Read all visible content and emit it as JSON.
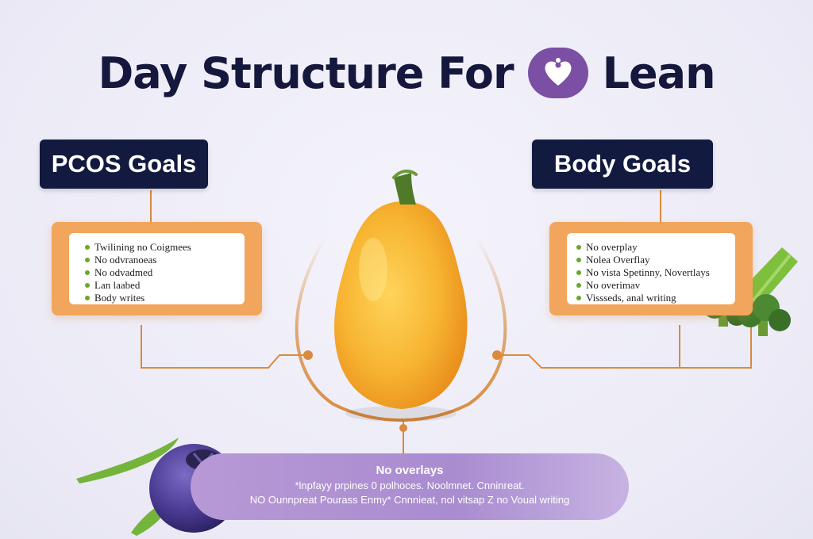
{
  "title": {
    "text_before": "Day Structure For",
    "text_after": "Lean",
    "badge_color": "#7b4fa3",
    "badge_icon": "heart-icon"
  },
  "left_panel": {
    "label": "PCOS Goals",
    "items": [
      "Twilining no Coigmees",
      "No odvranoeas",
      "No odvadmed",
      "Lan laabed",
      "Body writes"
    ]
  },
  "right_panel": {
    "label": "Body Goals",
    "items": [
      "No overplay",
      "Nolea Overflay",
      "No vista Spetinny, Novertlays",
      "No overimav",
      "Vissseds, anal writing"
    ]
  },
  "bottom_banner": {
    "title": "No overlays",
    "line1": "*lnpfayy prpines 0 polhoces.   Noolmnet. Cnninreat.",
    "line2": "NO Ounnpreat Pourass Enmy* Cnnnieat, nol vitsap Z no Voual  writing"
  },
  "colors": {
    "navy": "#131a40",
    "orange": "#f2a55c",
    "connector": "#d98a3c",
    "bullet": "#6aa72d",
    "lavender": "#a98bd0"
  },
  "illustrations": [
    "mango-icon",
    "blueberry-icon",
    "broccoli-icon",
    "celery-icon",
    "pea-pod-icon"
  ]
}
